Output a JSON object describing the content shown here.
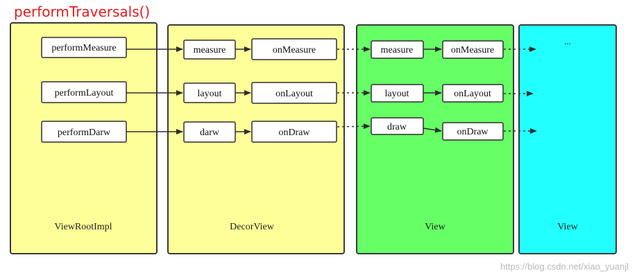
{
  "title": "performTraversals()",
  "lanes": [
    {
      "id": "viewrootimpl",
      "label": "ViewRootImpl",
      "color": "#ffff99"
    },
    {
      "id": "decorview",
      "label": "DecorView",
      "color": "#ffff99"
    },
    {
      "id": "view1",
      "label": "View",
      "color": "#66ff66"
    },
    {
      "id": "view2",
      "label": "View",
      "color": "#22ffff"
    }
  ],
  "nodes": {
    "perform_measure": "performMeasure",
    "perform_layout": "performLayout",
    "perform_draw": "performDarw",
    "decor_measure": "measure",
    "decor_on_measure": "onMeasure",
    "decor_layout": "layout",
    "decor_on_layout": "onLayout",
    "decor_draw": "darw",
    "decor_on_draw": "onDraw",
    "view_measure": "measure",
    "view_on_measure": "onMeasure",
    "view_layout": "layout",
    "view_on_layout": "onLayout",
    "view_draw": "draw",
    "view_on_draw": "onDraw"
  },
  "ellipsis": "...",
  "watermark": "https://blog.csdn.net/xiao_yuanjl"
}
